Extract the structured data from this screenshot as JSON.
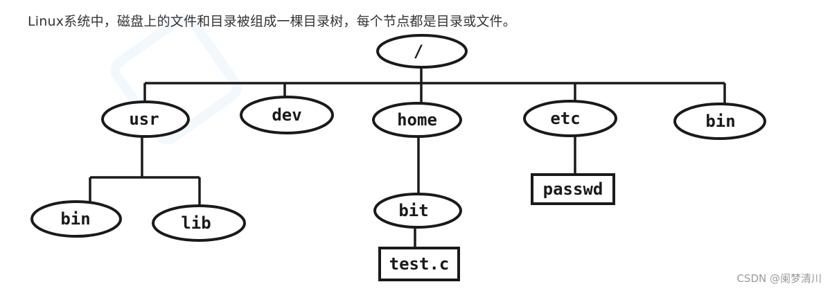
{
  "caption": "Linux系统中，磁盘上的文件和目录被组成一棵目录树，每个节点都是目录或文件。",
  "watermark": "CSDN @阑梦清川",
  "tree": {
    "root": "/",
    "level1": [
      "usr",
      "dev",
      "home",
      "etc",
      "bin"
    ],
    "usr_children": [
      "bin",
      "lib"
    ],
    "home_children": [
      "bit"
    ],
    "bit_children": [
      "test.c"
    ],
    "etc_children": [
      "passwd"
    ]
  },
  "colors": {
    "ink": "#1a1a1a",
    "text": "#333333",
    "watermark": "#9a9a9a"
  }
}
